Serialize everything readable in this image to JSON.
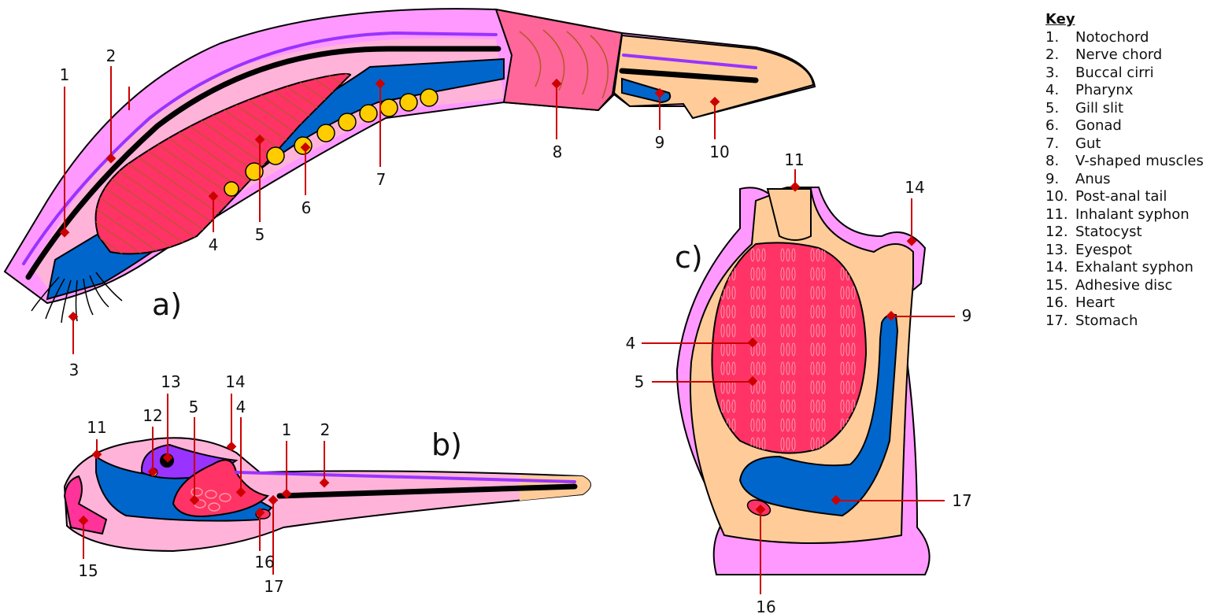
{
  "colors": {
    "outer_body": "#ff99ff",
    "pink_body": "#ffb3d9",
    "pink_light": "#ffc8e8",
    "tunic_inner": "#ffcc99",
    "pharynx": "#ff3366",
    "gut": "#0066cc",
    "notochord": "#000000",
    "nerve_cord": "#9933ff",
    "gonad": "#ffcc00",
    "leader": "#cc0000",
    "pharynx_stripes": "#b35a28"
  },
  "panels": {
    "a": "a)",
    "b": "b)",
    "c": "c)"
  },
  "labels": {
    "a": [
      "1",
      "2",
      "3",
      "4",
      "5",
      "6",
      "7",
      "8",
      "9",
      "10"
    ],
    "b": [
      "11",
      "12",
      "13",
      "5",
      "14",
      "4",
      "1",
      "2",
      "15",
      "16",
      "17"
    ],
    "c": [
      "11",
      "14",
      "9",
      "4",
      "5",
      "17",
      "16"
    ]
  },
  "key": {
    "title": "Key",
    "items": [
      {
        "num": "1.",
        "text": "Notochord"
      },
      {
        "num": "2.",
        "text": "Nerve chord"
      },
      {
        "num": "3.",
        "text": "Buccal cirri"
      },
      {
        "num": "4.",
        "text": "Pharynx"
      },
      {
        "num": "5.",
        "text": "Gill slit"
      },
      {
        "num": "6.",
        "text": "Gonad"
      },
      {
        "num": "7.",
        "text": "Gut"
      },
      {
        "num": "8.",
        "text": "V-shaped muscles"
      },
      {
        "num": "9.",
        "text": "Anus"
      },
      {
        "num": "10.",
        "text": "Post-anal tail"
      },
      {
        "num": "11.",
        "text": "Inhalant syphon"
      },
      {
        "num": "12.",
        "text": "Statocyst"
      },
      {
        "num": "13.",
        "text": "Eyespot"
      },
      {
        "num": "14.",
        "text": "Exhalant syphon"
      },
      {
        "num": "15.",
        "text": "Adhesive disc"
      },
      {
        "num": "16.",
        "text": "Heart"
      },
      {
        "num": "17.",
        "text": "Stomach"
      }
    ]
  }
}
